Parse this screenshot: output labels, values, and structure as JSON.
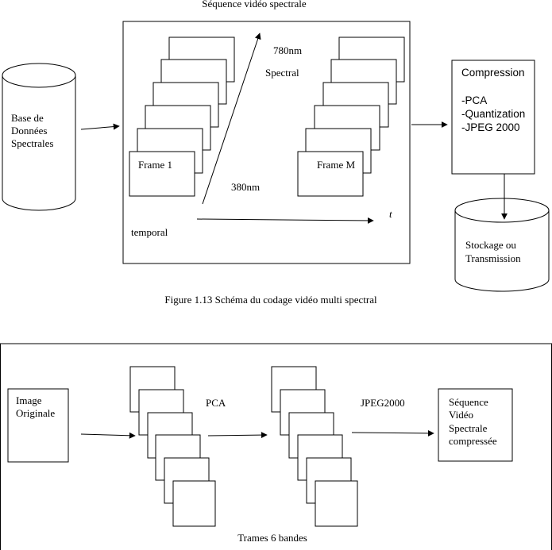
{
  "figure1": {
    "top_title": "Séquence vidéo spectrale",
    "database": [
      "Base de",
      "Données",
      "Spectrales"
    ],
    "frame_first": "Frame 1",
    "frame_last": "Frame M",
    "label_780": "780nm",
    "label_spectral": "Spectral",
    "label_380": "380nm",
    "label_temporal": "temporal",
    "label_t": "t",
    "compression_title": "Compression",
    "compression_items": [
      "-PCA",
      "-Quantization",
      "-JPEG 2000"
    ],
    "storage": [
      "Stockage ou",
      "Transmission"
    ],
    "caption": "Figure 1.13 Schéma du codage vidéo multi spectral"
  },
  "figure2": {
    "image_label": [
      "Image",
      "Originale"
    ],
    "pca": "PCA",
    "jpeg": "JPEG2000",
    "result": [
      "Séquence",
      "Vidéo",
      "Spectrale",
      "compressée"
    ],
    "bottom_label": "Trames 6 bandes"
  }
}
